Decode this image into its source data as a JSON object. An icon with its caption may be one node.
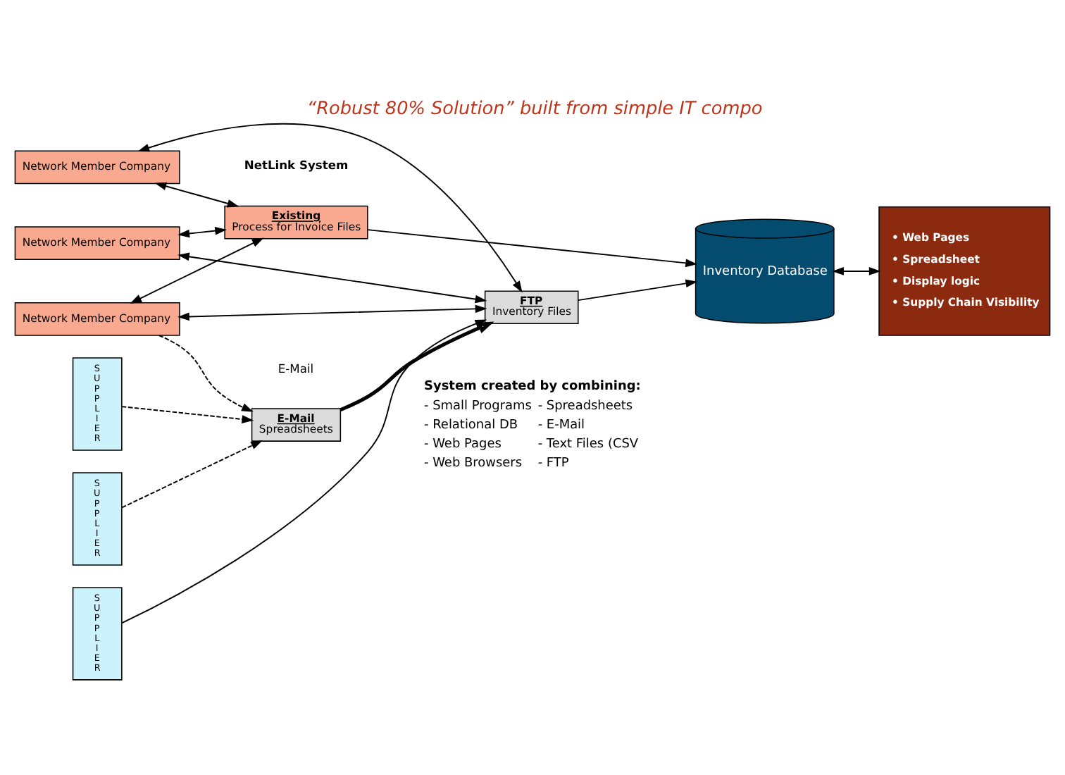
{
  "diagram": {
    "title": "“Robust 80% Solution” built from simple IT compo",
    "nodes": [
      {
        "text": [
          "Network Member Company"
        ]
      },
      {
        "text": [
          "Network Member Company"
        ]
      },
      {
        "text": [
          "Network Member Company"
        ]
      },
      {
        "text": [
          "Existing",
          "Process for Invoice Files"
        ]
      },
      {
        "text": [
          "FTP",
          "Inventory Files"
        ]
      },
      {
        "text": [
          "E-Mail",
          "Spreadsheets"
        ]
      },
      {
        "text": [
          "Inventory Database"
        ]
      },
      {
        "text": [
          "• Web Pages",
          "• Spreadsheet",
          "• Display logic",
          "• Supply Chain Visibility"
        ]
      },
      {
        "text": [
          "S U P P L I E R"
        ]
      },
      {
        "text": [
          "S U P P L I E R"
        ]
      },
      {
        "text": [
          "S U P P L I E R"
        ]
      }
    ],
    "edges": [
      {
        "from": 0,
        "to": 3,
        "arrow": "both"
      },
      {
        "from": 0,
        "to": 4,
        "arrow": "both"
      },
      {
        "from": 1,
        "to": 3,
        "arrow": "both"
      },
      {
        "from": 1,
        "to": 4,
        "arrow": "both"
      },
      {
        "from": 2,
        "to": 3,
        "arrow": "both"
      },
      {
        "from": 2,
        "to": 4,
        "arrow": "both"
      },
      {
        "from": 3,
        "to": 6,
        "arrow": "to"
      },
      {
        "from": 4,
        "to": 6,
        "arrow": "to"
      },
      {
        "from": 6,
        "to": 7,
        "arrow": "both"
      },
      {
        "from": 5,
        "to": 4,
        "arrow": "to",
        "style": "thick"
      },
      {
        "from": 2,
        "to": 5,
        "arrow": "to",
        "style": "dashed"
      },
      {
        "from": 8,
        "to": 4,
        "arrow": "to"
      },
      {
        "from": 9,
        "to": 5,
        "arrow": "to",
        "style": "dashed"
      },
      {
        "from": 10,
        "to": 5,
        "arrow": "to",
        "style": "dashed"
      }
    ],
    "labels": [
      "NetLink System",
      "E-Mail",
      "System created by combining:",
      "- Small Programs",
      "- Spreadsheets",
      "- Relational DB",
      "- E-Mail",
      "- Web Pages",
      "- Text Files (CSV",
      "- Web Browsers",
      "- FTP"
    ]
  }
}
